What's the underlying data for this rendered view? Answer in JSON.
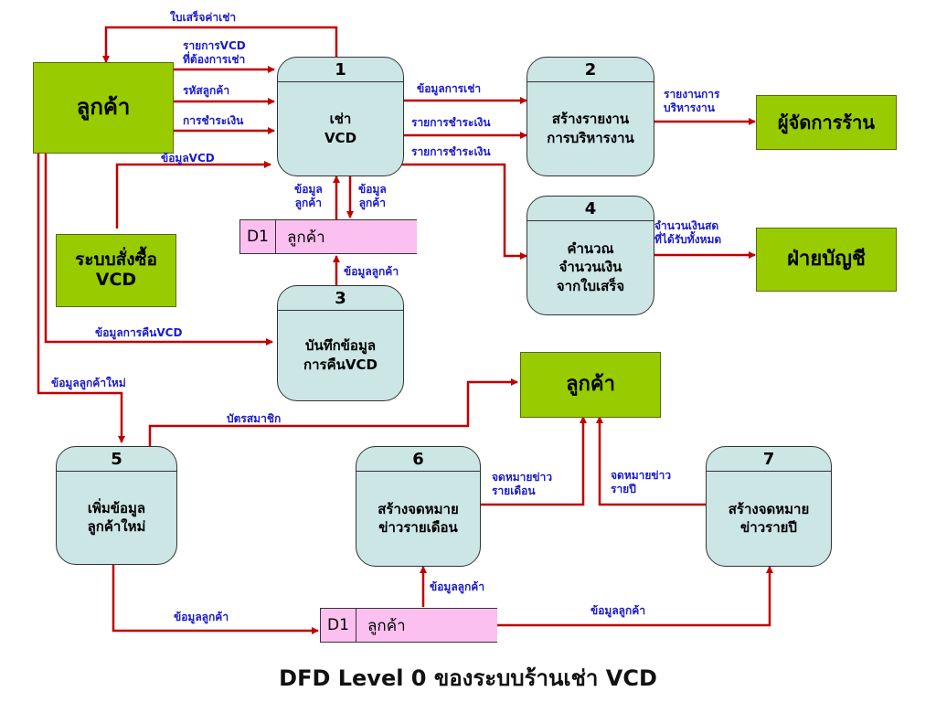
{
  "title": "DFD Level 0 ของระบบร้านเช่า VCD",
  "entities": {
    "customer_main": "ลูกค้า",
    "order_system": "ระบบสั่งซื้อ\nVCD",
    "store_manager": "ผู้จัดการร้าน",
    "accounting": "ฝ่ายบัญชี",
    "customer_bottom": "ลูกค้า"
  },
  "processes": {
    "p1": {
      "num": "1",
      "name": "เช่า\nVCD"
    },
    "p2": {
      "num": "2",
      "name": "สร้างรายงาน\nการบริหารงาน"
    },
    "p3": {
      "num": "3",
      "name": "บันทึกข้อมูล\nการคืนVCD"
    },
    "p4": {
      "num": "4",
      "name": "คำนวณ\nจำนวนเงิน\nจากใบเสร็จ"
    },
    "p5": {
      "num": "5",
      "name": "เพิ่มข้อมูล\nลูกค้าใหม่"
    },
    "p6": {
      "num": "6",
      "name": "สร้างจดหมาย\nข่าวรายเดือน"
    },
    "p7": {
      "num": "7",
      "name": "สร้างจดหมาย\nข่าวรายปี"
    }
  },
  "stores": {
    "d1_top": {
      "id": "D1",
      "name": "ลูกค้า"
    },
    "d1_bottom": {
      "id": "D1",
      "name": "ลูกค้า"
    }
  },
  "flows": {
    "receipt": "ใบเสร็จค่าเช่า",
    "vcd_list_wanted": "รายการVCD\nที่ต้องการเช่า",
    "customer_id": "รหัสลูกค้า",
    "payment": "การชำระเงิน",
    "vcd_info": "ข้อมูลVCD",
    "rental_info": "ข้อมูลการเช่า",
    "payment_list_1": "รายการชำระเงิน",
    "payment_list_2": "รายการชำระเงิน",
    "management_report": "รายงานการ\nบริหารงาน",
    "cust_info_up": "ข้อมูล\nลูกค้า",
    "cust_info_down": "ข้อมูล\nลูกค้า",
    "cust_info_p3": "ข้อมูลลูกค้า",
    "total_cash": "จำนวนเงินสด\nที่ได้รับทั้งหมด",
    "return_info": "ข้อมูลการคืนVCD",
    "new_customer_info": "ข้อมูลลูกค้าใหม่",
    "member_card": "บัตรสมาชิก",
    "monthly_newsletter": "จดหมายข่าว\nรายเดือน",
    "yearly_newsletter": "จดหมายข่าว\nรายปี",
    "cust_info_p5": "ข้อมูลลูกค้า",
    "cust_info_p6": "ข้อมูลลูกค้า",
    "cust_info_p7": "ข้อมูลลูกค้า"
  },
  "colors": {
    "entity": "#99cc00",
    "process": "#cce5e5",
    "store": "#fbc0f0",
    "flow_line": "#c00000",
    "flow_label": "#1a1acc"
  }
}
